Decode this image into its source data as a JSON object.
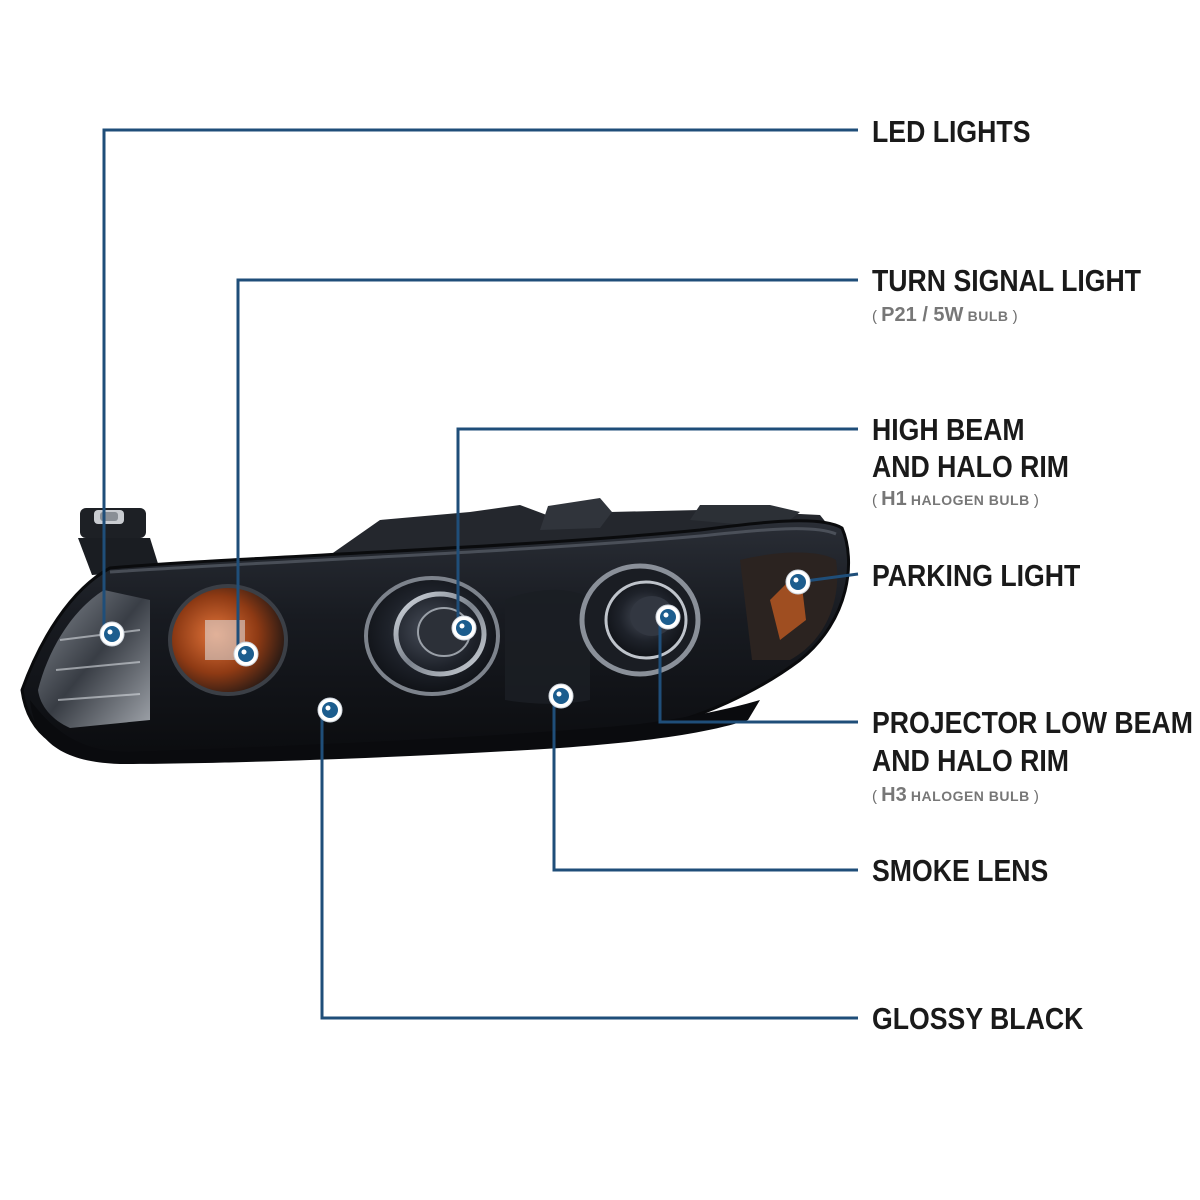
{
  "colors": {
    "leader_line": "#1f4e79",
    "dot": "#1c5d8e",
    "label_text": "#1a1a1a",
    "sub_text": "#777777",
    "housing": "#14171d",
    "amber": "#c4561a"
  },
  "labels": {
    "led": {
      "title": "LED LIGHTS"
    },
    "turn": {
      "title": "TURN SIGNAL LIGHT",
      "sub_open": "( ",
      "sub_code": "P21 / 5W",
      "sub_word": "BULB",
      "sub_close": " )"
    },
    "high": {
      "title_line1": "HIGH BEAM",
      "title_line2": "AND HALO RIM",
      "sub_open": "( ",
      "sub_code": "H1",
      "sub_word": "HALOGEN BULB",
      "sub_close": " )"
    },
    "parking": {
      "title": "PARKING LIGHT"
    },
    "low": {
      "title_line1": "PROJECTOR LOW BEAM",
      "title_line2": "AND HALO RIM",
      "sub_open": "( ",
      "sub_code": "H3",
      "sub_word": "HALOGEN BULB",
      "sub_close": " )"
    },
    "smoke": {
      "title": "SMOKE LENS"
    },
    "glossy": {
      "title": "GLOSSY BLACK"
    }
  }
}
